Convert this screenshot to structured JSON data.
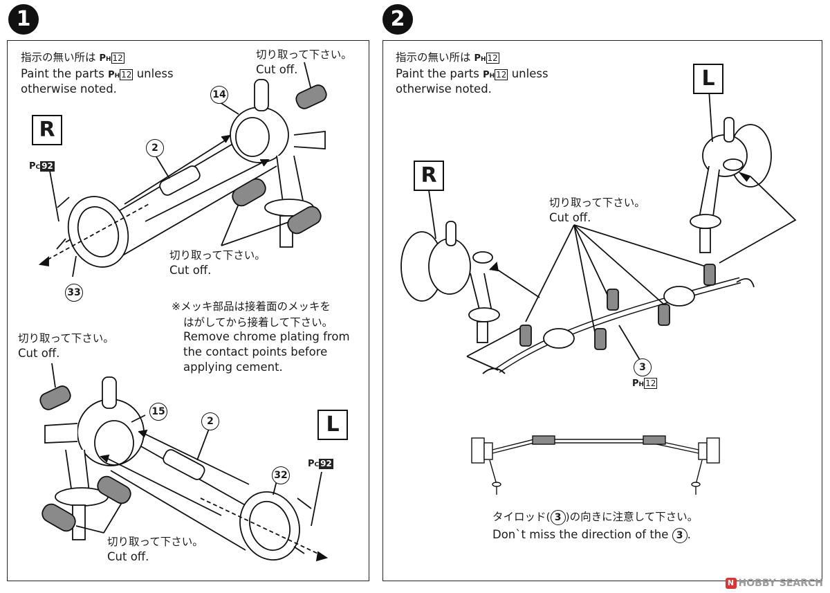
{
  "step1": {
    "badge": "1",
    "note_jp": "指示の無い所は",
    "note_en_prefix": "Paint the parts",
    "note_en_suffix": "unless",
    "note_en_line3": "otherwise noted.",
    "paint_main": {
      "prefix": "P",
      "sub": "H",
      "num": "12"
    },
    "cut_top_jp": "切り取って下さい。",
    "cut_top_en": "Cut off.",
    "cut_mid_jp": "切り取って下さい。",
    "cut_mid_en": "Cut off.",
    "cut_left_jp": "切り取って下さい。",
    "cut_left_en": "Cut off.",
    "cut_bottom_jp": "切り取って下さい。",
    "cut_bottom_en": "Cut off.",
    "side_r": "R",
    "side_l": "L",
    "chrome_jp_1": "※メッキ部品は接着面のメッキを",
    "chrome_jp_2": "はがしてから接着して下さい。",
    "chrome_en_1": "Remove chrome plating from",
    "chrome_en_2": "the contact points before",
    "chrome_en_3": "applying cement.",
    "paint_pc": {
      "prefix": "P",
      "sub": "C",
      "num": "92"
    },
    "parts": {
      "p14": "14",
      "p2a": "2",
      "p33": "33",
      "p15": "15",
      "p2b": "2",
      "p32": "32"
    }
  },
  "step2": {
    "badge": "2",
    "note_jp": "指示の無い所は",
    "note_en_prefix": "Paint the parts",
    "note_en_suffix": "unless",
    "note_en_line3": "otherwise noted.",
    "paint_main": {
      "prefix": "P",
      "sub": "H",
      "num": "12"
    },
    "side_l": "L",
    "side_r": "R",
    "cut_jp": "切り取って下さい。",
    "cut_en": "Cut off.",
    "part_3": "3",
    "paint_part3": {
      "prefix": "P",
      "sub": "H",
      "num": "12"
    },
    "direction_jp_a": "タイロッド(",
    "direction_jp_b": ")の向きに注意して下さい。",
    "direction_en_a": "Don`t miss the direction of the",
    "direction_en_b": "."
  },
  "watermark": "HOBBY SEARCH",
  "watermark_logo": "N",
  "colors": {
    "ink": "#1a1a1a",
    "part_gray": "#8a8a8a",
    "badge": "#111111"
  }
}
